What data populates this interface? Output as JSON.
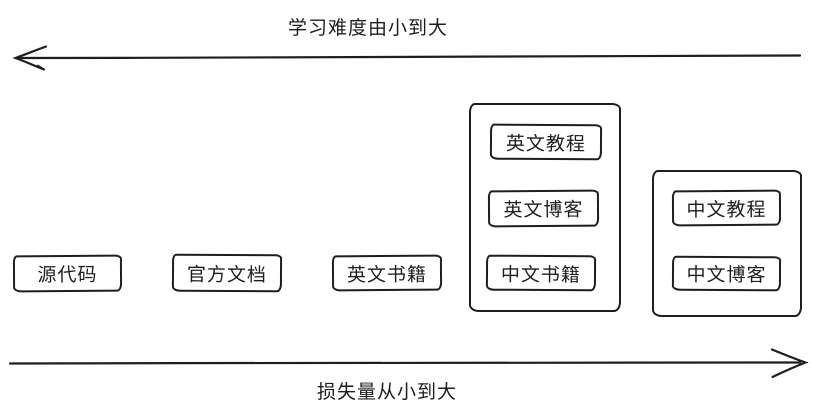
{
  "diagram": {
    "top_axis": {
      "label": "学习难度由小到大",
      "direction": "left"
    },
    "bottom_axis": {
      "label": "损失量从小到大",
      "direction": "right"
    },
    "nodes": [
      {
        "label": "源代码"
      },
      {
        "label": "官方文档"
      },
      {
        "label": "英文书籍"
      }
    ],
    "groups": [
      {
        "items": [
          "英文教程",
          "英文博客",
          "中文书籍"
        ]
      },
      {
        "items": [
          "中文教程",
          "中文博客"
        ]
      }
    ],
    "colors": {
      "stroke": "#1e1e1e",
      "background": "#ffffff"
    }
  }
}
